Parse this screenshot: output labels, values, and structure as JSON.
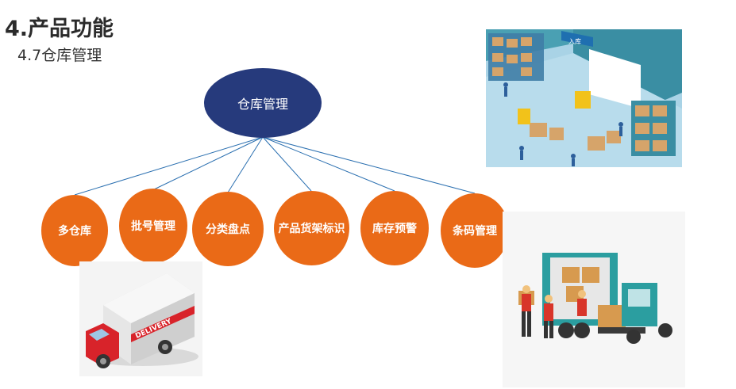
{
  "slide": {
    "title": "4.产品功能",
    "subtitle": "4.7仓库管理"
  },
  "diagram": {
    "root": "仓库管理",
    "children": [
      "多仓库",
      "批号管理",
      "分类盘点",
      "产品货架标识",
      "库存预警",
      "条码管理"
    ]
  },
  "illustrations": {
    "warehouse_sign": "入库",
    "truck_label": "DELIVERY"
  },
  "colors": {
    "root_fill": "#263a7c",
    "child_fill": "#ea6a17",
    "connector": "#2a6fb0"
  }
}
